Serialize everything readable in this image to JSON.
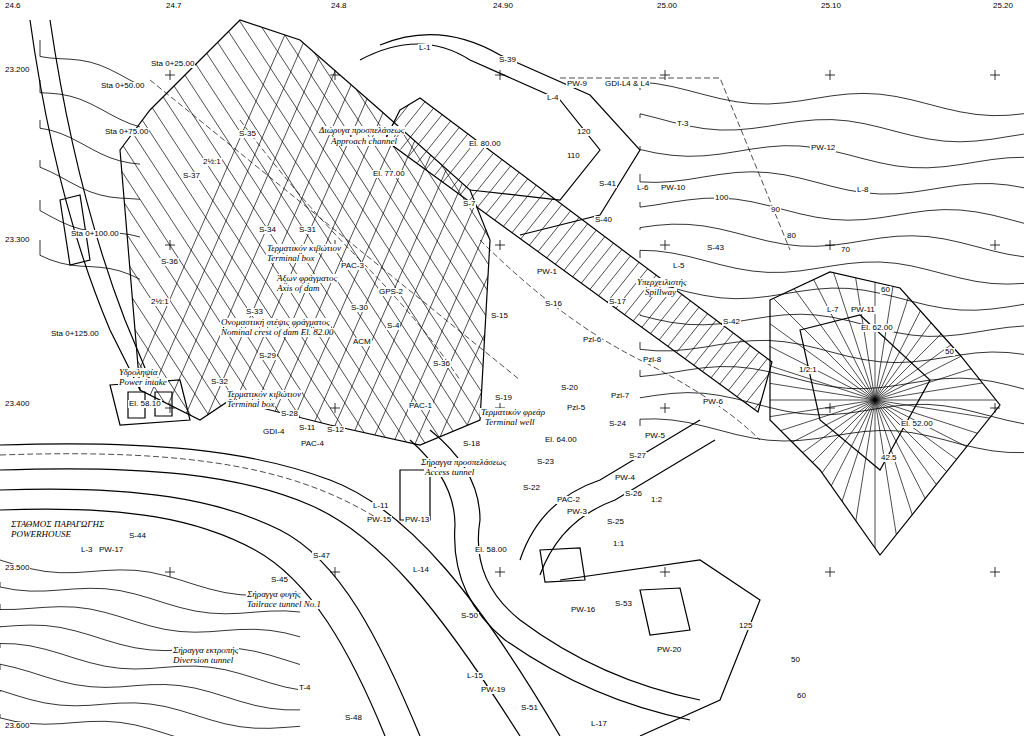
{
  "diagram": {
    "labels": [
      "24.6",
      "24.7",
      "24.8",
      "24.90",
      "25.00",
      "25.10",
      "25.20",
      "23.200",
      "23.300",
      "23.400",
      "23.500",
      "23.600",
      "Sta 0+25.00",
      "Sta 0+50.00",
      "Sta 0+75.00",
      "Sta 0+100.00",
      "Sta 0+125.00",
      "2½:1",
      "2½:1",
      "S-37",
      "S-35",
      "S-34",
      "S-36",
      "S-33",
      "S-32",
      "S-39",
      "L-1",
      "L-4",
      "PW-9",
      "GDI-L4 & L4",
      "T-3",
      "PW-12",
      "L-8",
      "Διώρυγα προσπελάσεως",
      "Approach channel",
      "El. 80.00",
      "El. 77.00",
      "120",
      "110",
      "100",
      "90",
      "80",
      "70",
      "60",
      "50",
      "S-41",
      "L-6",
      "PW-10",
      "S-40",
      "S-43",
      "L-5",
      "S-31",
      "S-7",
      "PAC-3",
      "GPS-2",
      "Τερματικόν κιβώτιον",
      "Terminal box",
      "Άξων φράγματος",
      "Axis of dam",
      "Ονομαστική στέψις φράγματος",
      "Nominal crest of dam El. 82.00",
      "S-30",
      "S-29",
      "Τερματικόν κιβώτιον",
      "Terminal box",
      "ACM",
      "S-4",
      "PW-1",
      "S-16",
      "S-17",
      "S-15",
      "Υπερχειλιστής",
      "Spillway",
      "S-42",
      "L-7",
      "PW-11",
      "El. 62.00",
      "1/2:1",
      "El. 52.00",
      "42.5",
      "S-36",
      "PAC-1",
      "S-18",
      "Pzl-6",
      "Pzl-8",
      "Pzl-5",
      "Pzl-7",
      "S-20",
      "S-19",
      "S-24",
      "Τερματικόν φρεάρ",
      "Terminal well",
      "El. 64.00",
      "PW-6",
      "PW-5",
      "S-27",
      "PW-4",
      "S-26",
      "S-23",
      "S-22",
      "PAC-2",
      "PW-3",
      "S-25",
      "1:2",
      "1:1",
      "Σήραγγα προσπελάσεως",
      "Access tunnel",
      "Υδροληψία",
      "Power intake",
      "El. 58.10",
      "S-28",
      "GDI-4",
      "S-11",
      "PAC-4",
      "S-12",
      "ΣΤΑΘΜΟΣ ΠΑΡΑΓΩΓΗΣ",
      "POWERHOUSE",
      "L-3",
      "PW-17",
      "S-44",
      "S-45",
      "Σήραγγα φυγής",
      "Tailrace tunnel No.1",
      "Σήραγγα εκτροπής",
      "Diversion tunnel",
      "T-4",
      "S-48",
      "S-47",
      "L-11",
      "PW-15",
      "PW-13",
      "L-14",
      "S-50",
      "L-15",
      "PW-19",
      "S-51",
      "L-17",
      "El. 58.00",
      "PW-16",
      "125",
      "50",
      "60",
      "S-53",
      "PW-20"
    ]
  }
}
